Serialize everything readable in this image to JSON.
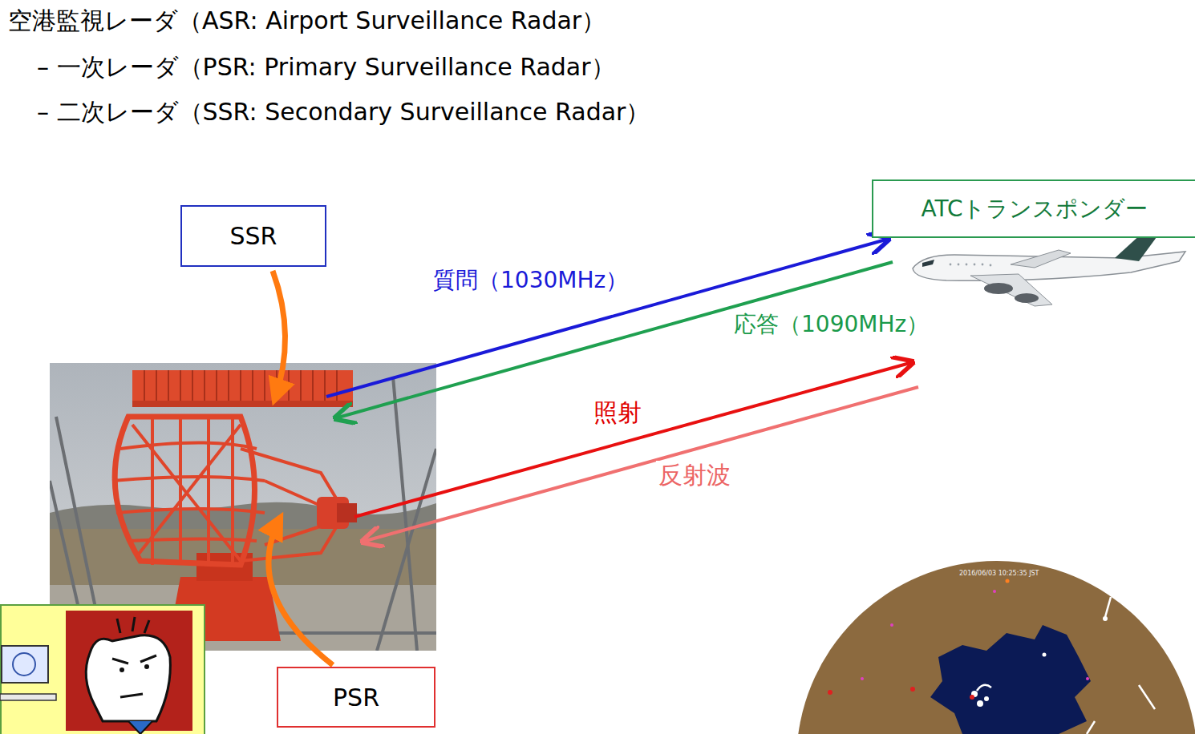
{
  "diagram": {
    "title": "空港監視レーダ（ASR: Airport Surveillance Radar）",
    "nodes": [
      {
        "text": [
          "SSR"
        ]
      },
      {
        "text": [
          "PSR"
        ]
      },
      {
        "text": [
          "ATCトランスポンダー"
        ]
      }
    ],
    "labels": [
      "– 一次レーダ（PSR: Primary Surveillance Radar）",
      "– 二次レーダ（SSR: Secondary Surveillance Radar）",
      "質問（1030MHz）",
      "応答（1090MHz）",
      "照射",
      "反射波",
      "2016/06/03 10:25:35 JST"
    ]
  }
}
